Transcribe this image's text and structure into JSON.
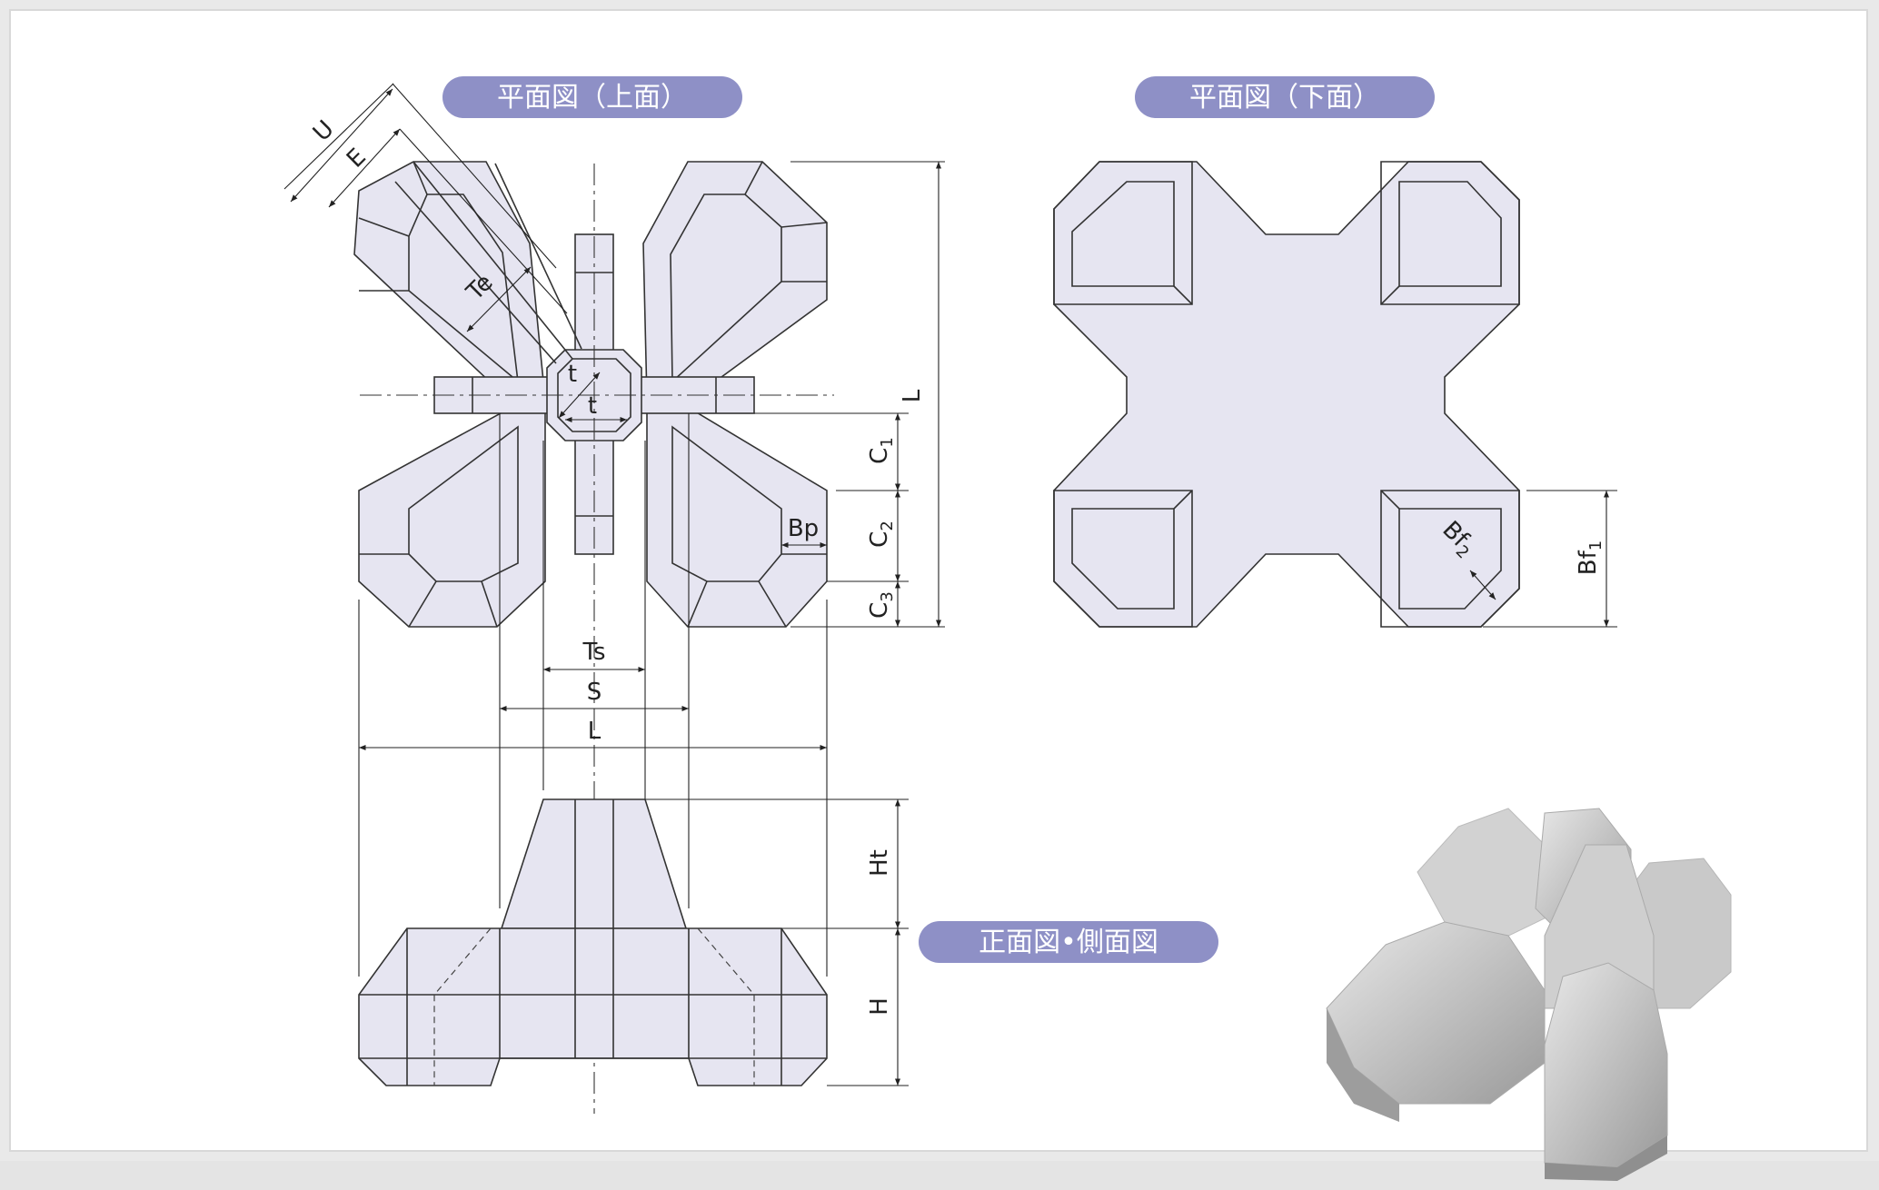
{
  "views": {
    "top_plan": "平面図（上面）",
    "bottom_plan": "平面図（下面）",
    "front_side": "正面図•側面図"
  },
  "dims": {
    "U": "U",
    "E": "E",
    "Te": "Te",
    "t1": "t",
    "t2": "t",
    "L_vertical": "L",
    "C1": "C",
    "C1_sub": "1",
    "C2": "C",
    "C2_sub": "2",
    "C3": "C",
    "C3_sub": "3",
    "Bp": "Bp",
    "Ts": "Ts",
    "S": "S",
    "L_horizontal": "L",
    "Ht": "Ht",
    "H": "H",
    "Bf1": "Bf",
    "Bf1_sub": "1",
    "Bf2": "Bf",
    "Bf2_sub": "2"
  },
  "colors": {
    "pill": "#8e90c6",
    "fill": "#e6e5f1",
    "line": "#333333"
  }
}
